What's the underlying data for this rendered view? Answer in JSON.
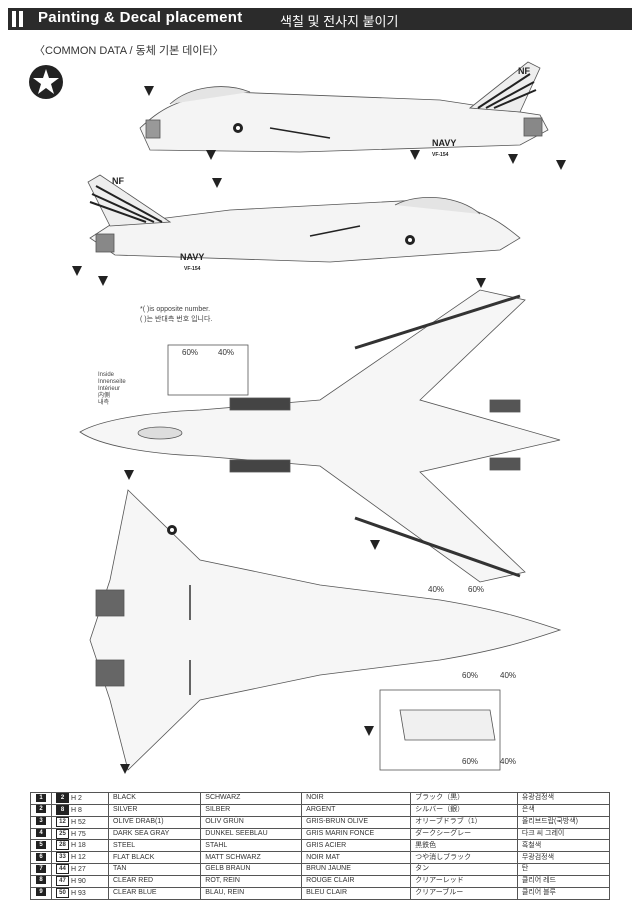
{
  "header": {
    "title": "Painting & Decal placement",
    "korean_title": "색칠 및 전사지 붙이기"
  },
  "common_data_label": "〈COMMON DATA / 동체 기본 데이터〉",
  "note": {
    "line1": "*( )is opposite number.",
    "line2": "( )는 반대측 번호 입니다."
  },
  "inside_label": {
    "en": "Inside",
    "de": "Innenseite",
    "fr": "Intérieur",
    "jp": "内側",
    "kr": "내측"
  },
  "markings": {
    "navy": "NAVY",
    "nf": "NF",
    "vf": "VF-154"
  },
  "percent_callouts": {
    "a": "60%",
    "b": "40%",
    "c": "40%",
    "d": "60%",
    "e": "60%",
    "f": "40%",
    "g": "60%",
    "h": "40%"
  },
  "paint_table": [
    {
      "num": "1",
      "code_a": "2",
      "code_b": "H 2",
      "en": "BLACK",
      "de": "SCHWARZ",
      "fr": "NOIR",
      "jp": "ブラック（黒）",
      "kr": "유광검정색"
    },
    {
      "num": "2",
      "code_a": "8",
      "code_b": "H 8",
      "en": "SILVER",
      "de": "SILBER",
      "fr": "ARGENT",
      "jp": "シルバー（銀）",
      "kr": "은색"
    },
    {
      "num": "3",
      "code_a": "12",
      "code_b": "H 52",
      "en": "OLIVE DRAB(1)",
      "de": "OLIV GRÜN",
      "fr": "GRIS-BRUN OLIVE",
      "jp": "オリーブドラブ（1）",
      "kr": "올리브드랍(국방색)"
    },
    {
      "num": "4",
      "code_a": "25",
      "code_b": "H 75",
      "en": "DARK SEA GRAY",
      "de": "DUNKEL SEEBLAU",
      "fr": "GRIS MARIN FONCE",
      "jp": "ダークシーグレー",
      "kr": "다크 씨 그레이"
    },
    {
      "num": "5",
      "code_a": "28",
      "code_b": "H 18",
      "en": "STEEL",
      "de": "STAHL",
      "fr": "GRIS ACIER",
      "jp": "黒鉄色",
      "kr": "흑철색"
    },
    {
      "num": "6",
      "code_a": "33",
      "code_b": "H 12",
      "en": "FLAT BLACK",
      "de": "MATT SCHWARZ",
      "fr": "NOIR MAT",
      "jp": "つや消しブラック",
      "kr": "무광검정색"
    },
    {
      "num": "7",
      "code_a": "44",
      "code_b": "H 27",
      "en": "TAN",
      "de": "GELB BRAUN",
      "fr": "BRUN JAUNE",
      "jp": "タン",
      "kr": "탄"
    },
    {
      "num": "8",
      "code_a": "47",
      "code_b": "H 90",
      "en": "CLEAR RED",
      "de": "ROT, REIN",
      "fr": "ROUGE CLAIR",
      "jp": "クリアーレッド",
      "kr": "클리어 레드"
    },
    {
      "num": "9",
      "code_a": "50",
      "code_b": "H 93",
      "en": "CLEAR BLUE",
      "de": "BLAU, REIN",
      "fr": "BLEU CLAIR",
      "jp": "クリアーブルー",
      "kr": "클리어 블루"
    }
  ]
}
